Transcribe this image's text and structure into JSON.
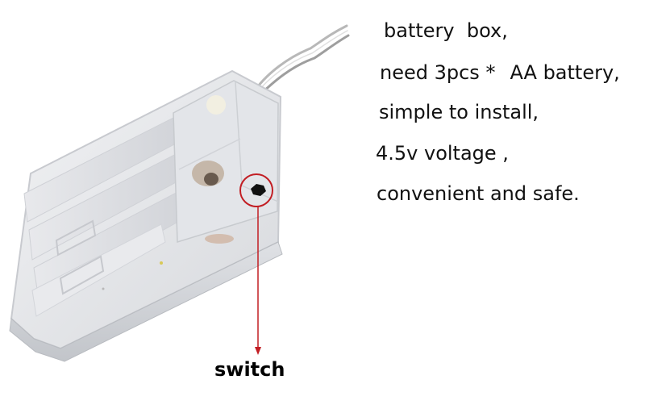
{
  "photo": {
    "subject": "battery-box",
    "colors": {
      "casing": "#e4e6ea",
      "casing_shadow": "#b9bcc2",
      "wire": "#c9c9c9",
      "indicator": "#c21e24",
      "switch_knob": "#111111"
    }
  },
  "description": {
    "line1": "battery  box,",
    "line2_a": "need 3pcs *",
    "line2_b": "AA battery,",
    "line3": "simple to install,",
    "line4": "4.5v voltage ,",
    "line5": "convenient and safe."
  },
  "callout": {
    "label": "switch"
  }
}
